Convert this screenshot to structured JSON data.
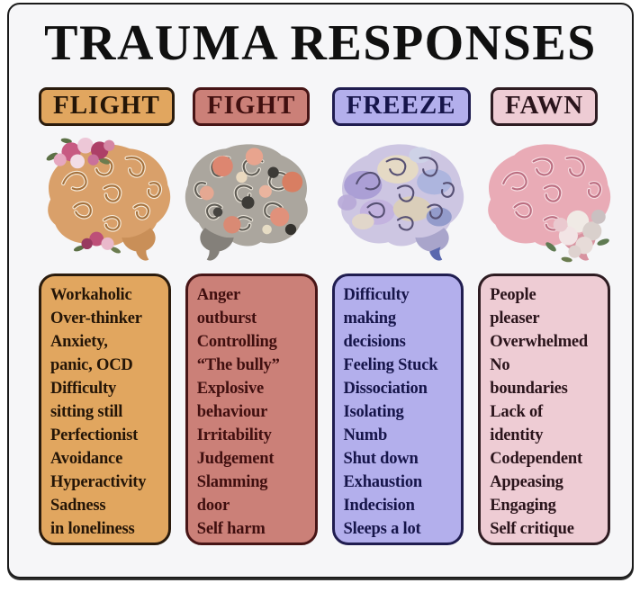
{
  "title": "TRAUMA RESPONSES",
  "theme": {
    "page_background": "#ffffff",
    "card_background": "#f6f6f8",
    "card_border": "#1a1a1a",
    "title_color": "#101010"
  },
  "columns": [
    {
      "label": "FLIGHT",
      "accent_color": "#e1a65f",
      "border_color": "#2a1b0d",
      "text_color": "#241507",
      "brain_icon": "flight-brain-illustration",
      "traits": [
        "Workaholic",
        "Over-thinker",
        "Anxiety,",
        "panic, OCD",
        "Difficulty",
        "sitting still",
        "Perfectionist",
        "Avoidance",
        "Hyperactivity",
        "Sadness",
        "in loneliness"
      ]
    },
    {
      "label": "FIGHT",
      "accent_color": "#cb8078",
      "border_color": "#471516",
      "text_color": "#400f0f",
      "brain_icon": "fight-brain-illustration",
      "traits": [
        "Anger",
        "outburst",
        "Controlling",
        "“The bully”",
        "Explosive",
        "behaviour",
        "Irritability",
        "Judgement",
        "Slamming",
        "door",
        "Self harm"
      ]
    },
    {
      "label": "FREEZE",
      "accent_color": "#b3afec",
      "border_color": "#201d50",
      "text_color": "#16154a",
      "brain_icon": "freeze-brain-illustration",
      "traits": [
        "Difficulty",
        "making",
        "decisions",
        "Feeling Stuck",
        "Dissociation",
        "Isolating",
        "Numb",
        "Shut down",
        "Exhaustion",
        "Indecision",
        "Sleeps a lot"
      ]
    },
    {
      "label": "FAWN",
      "accent_color": "#eeccd4",
      "border_color": "#2e1c22",
      "text_color": "#2a141b",
      "brain_icon": "fawn-brain-illustration",
      "traits": [
        "People",
        "pleaser",
        "Overwhelmed",
        "No",
        "boundaries",
        "Lack of",
        "identity",
        "Codependent",
        "Appeasing",
        "Engaging",
        "Self critique"
      ]
    }
  ]
}
